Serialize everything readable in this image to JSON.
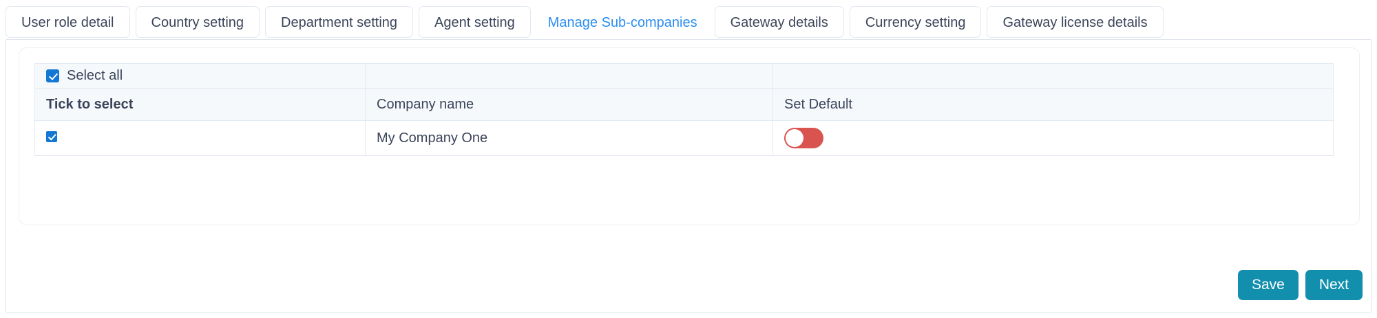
{
  "tabs": [
    {
      "label": "User role detail",
      "active": false
    },
    {
      "label": "Country setting",
      "active": false
    },
    {
      "label": "Department setting",
      "active": false
    },
    {
      "label": "Agent setting",
      "active": false
    },
    {
      "label": "Manage Sub-companies",
      "active": true
    },
    {
      "label": "Gateway details",
      "active": false
    },
    {
      "label": "Currency setting",
      "active": false
    },
    {
      "label": "Gateway license details",
      "active": false
    }
  ],
  "table": {
    "select_all_label": "Select all",
    "select_all_checked": true,
    "headers": {
      "tick": "Tick to select",
      "company": "Company name",
      "default": "Set Default"
    },
    "rows": [
      {
        "checked": true,
        "company_name": "My Company One",
        "set_default": false
      }
    ]
  },
  "footer": {
    "save_label": "Save",
    "next_label": "Next"
  },
  "colors": {
    "active_tab": "#2c8df0",
    "checkbox": "#1278d4",
    "toggle_off": "#d9534f",
    "button": "#128fad",
    "header_bg": "#f6f9fc",
    "border": "#e4eaf1"
  }
}
